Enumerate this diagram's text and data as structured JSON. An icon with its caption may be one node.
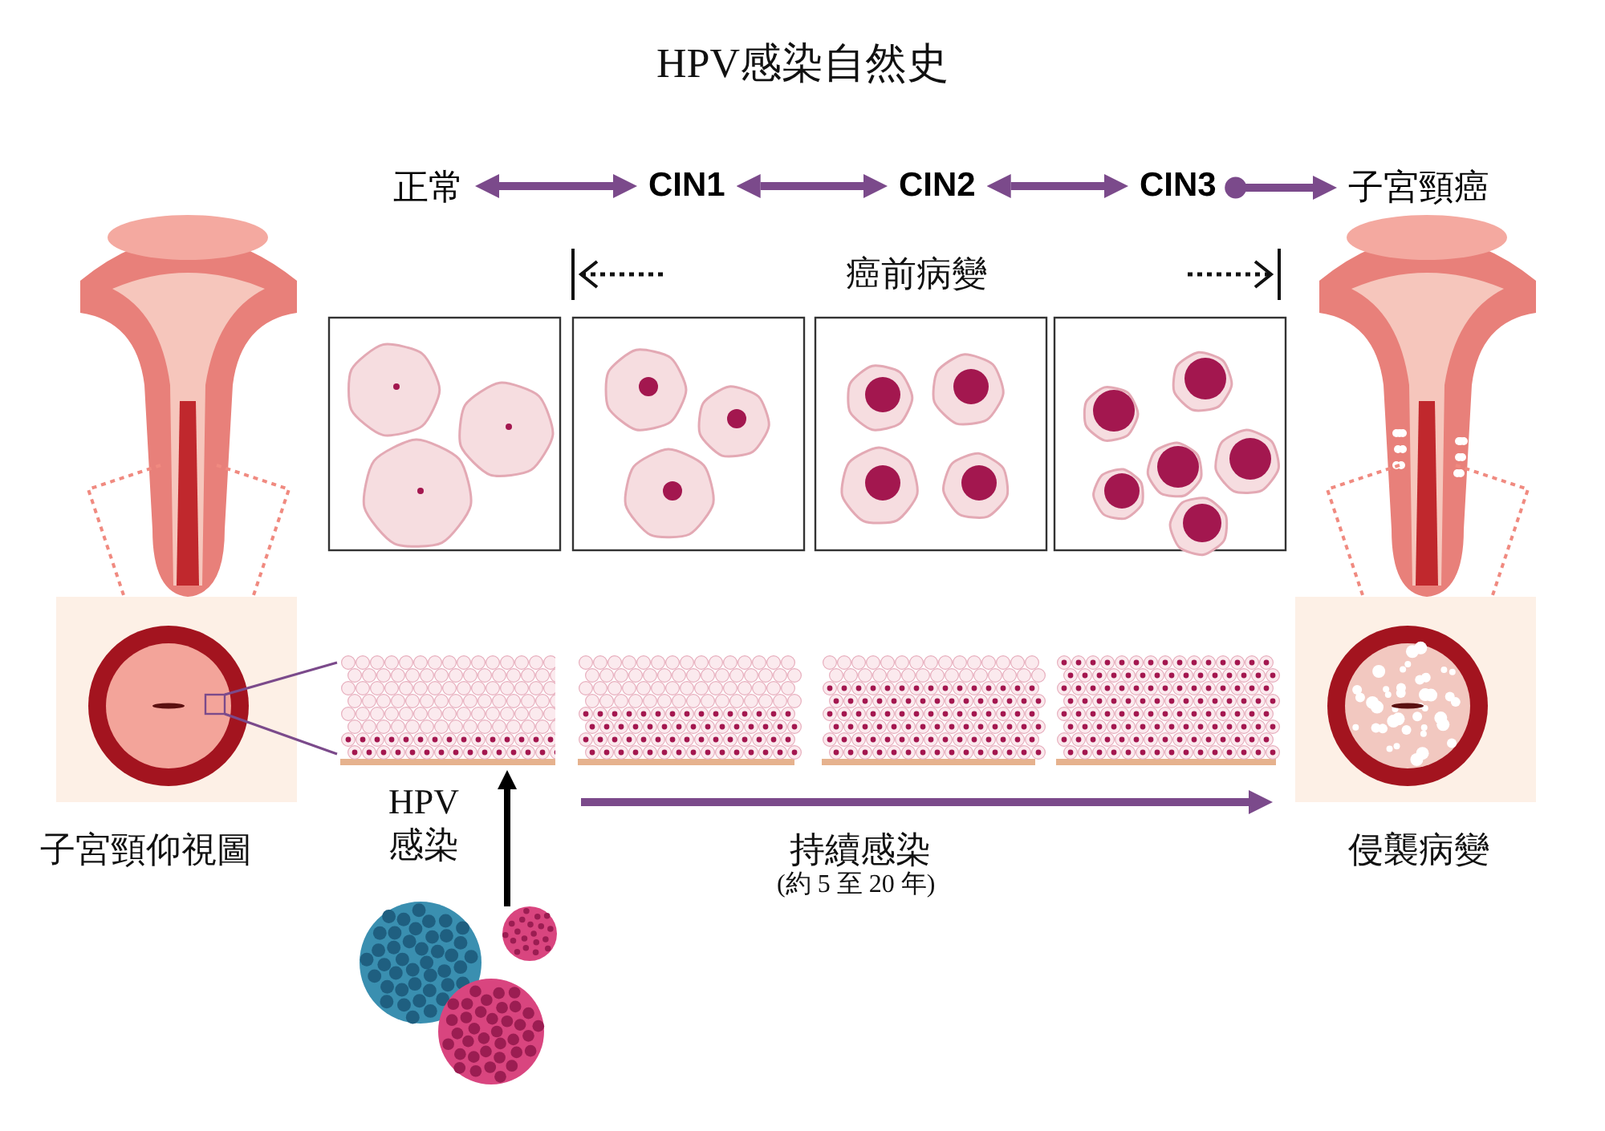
{
  "diagram": {
    "title": "HPV感染自然史",
    "nodes": [
      {
        "text": [
          "正常"
        ]
      },
      {
        "text": [
          "CIN1"
        ]
      },
      {
        "text": [
          "CIN2"
        ]
      },
      {
        "text": [
          "CIN3"
        ]
      },
      {
        "text": [
          "子宮頸癌"
        ]
      },
      {
        "text": [],
        "shape": "picture"
      },
      {
        "text": [],
        "shape": "picture"
      }
    ],
    "edges": [
      {
        "from": 0,
        "to": 1,
        "arrow": "both"
      },
      {
        "from": 1,
        "to": 2,
        "arrow": "both"
      },
      {
        "from": 2,
        "to": 3,
        "arrow": "both"
      },
      {
        "from": 3,
        "to": 4,
        "arrow": "to"
      },
      {
        "from": 6,
        "to": 5,
        "arrow": "to",
        "label": "HPV感染",
        "color": "#000000"
      }
    ],
    "labels": [
      "癌前病變",
      "子宮頸仰視圖",
      "持續感染",
      "(約 5 至 20 年)",
      "侵襲病變"
    ]
  }
}
